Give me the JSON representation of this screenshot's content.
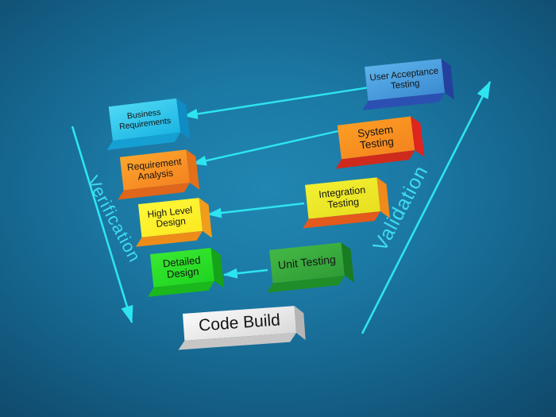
{
  "diagram": {
    "verification_label": "Verification",
    "validation_label": "Validation",
    "left_boxes": [
      {
        "id": "business-requirements",
        "label": "Business Requirements",
        "face_color": "#1ab4e4"
      },
      {
        "id": "requirement-analysis",
        "label": "Requirement Analysis",
        "face_color": "#f58220"
      },
      {
        "id": "high-level-design",
        "label": "High Level Design",
        "face_color": "#fce921"
      },
      {
        "id": "detailed-design",
        "label": "Detailed Design",
        "face_color": "#1ed41f"
      }
    ],
    "right_boxes": [
      {
        "id": "user-acceptance-testing",
        "label": "User Acceptance Testing",
        "face_color": "#3c8ad2"
      },
      {
        "id": "system-testing",
        "label": "System Testing",
        "face_color": "#f5831f"
      },
      {
        "id": "integration-testing",
        "label": "Integration Testing",
        "face_color": "#e7e01f"
      },
      {
        "id": "unit-testing",
        "label": "Unit Testing",
        "face_color": "#2f9c35"
      }
    ],
    "bottom_box": {
      "id": "code-build",
      "label": "Code Build",
      "face_color": "#d9d9d9"
    },
    "colors": {
      "background_center": "#1e81ad",
      "background_edge": "#0d3e58",
      "arrow": "#2ee4f0",
      "side_label": "#3fdcee"
    }
  }
}
